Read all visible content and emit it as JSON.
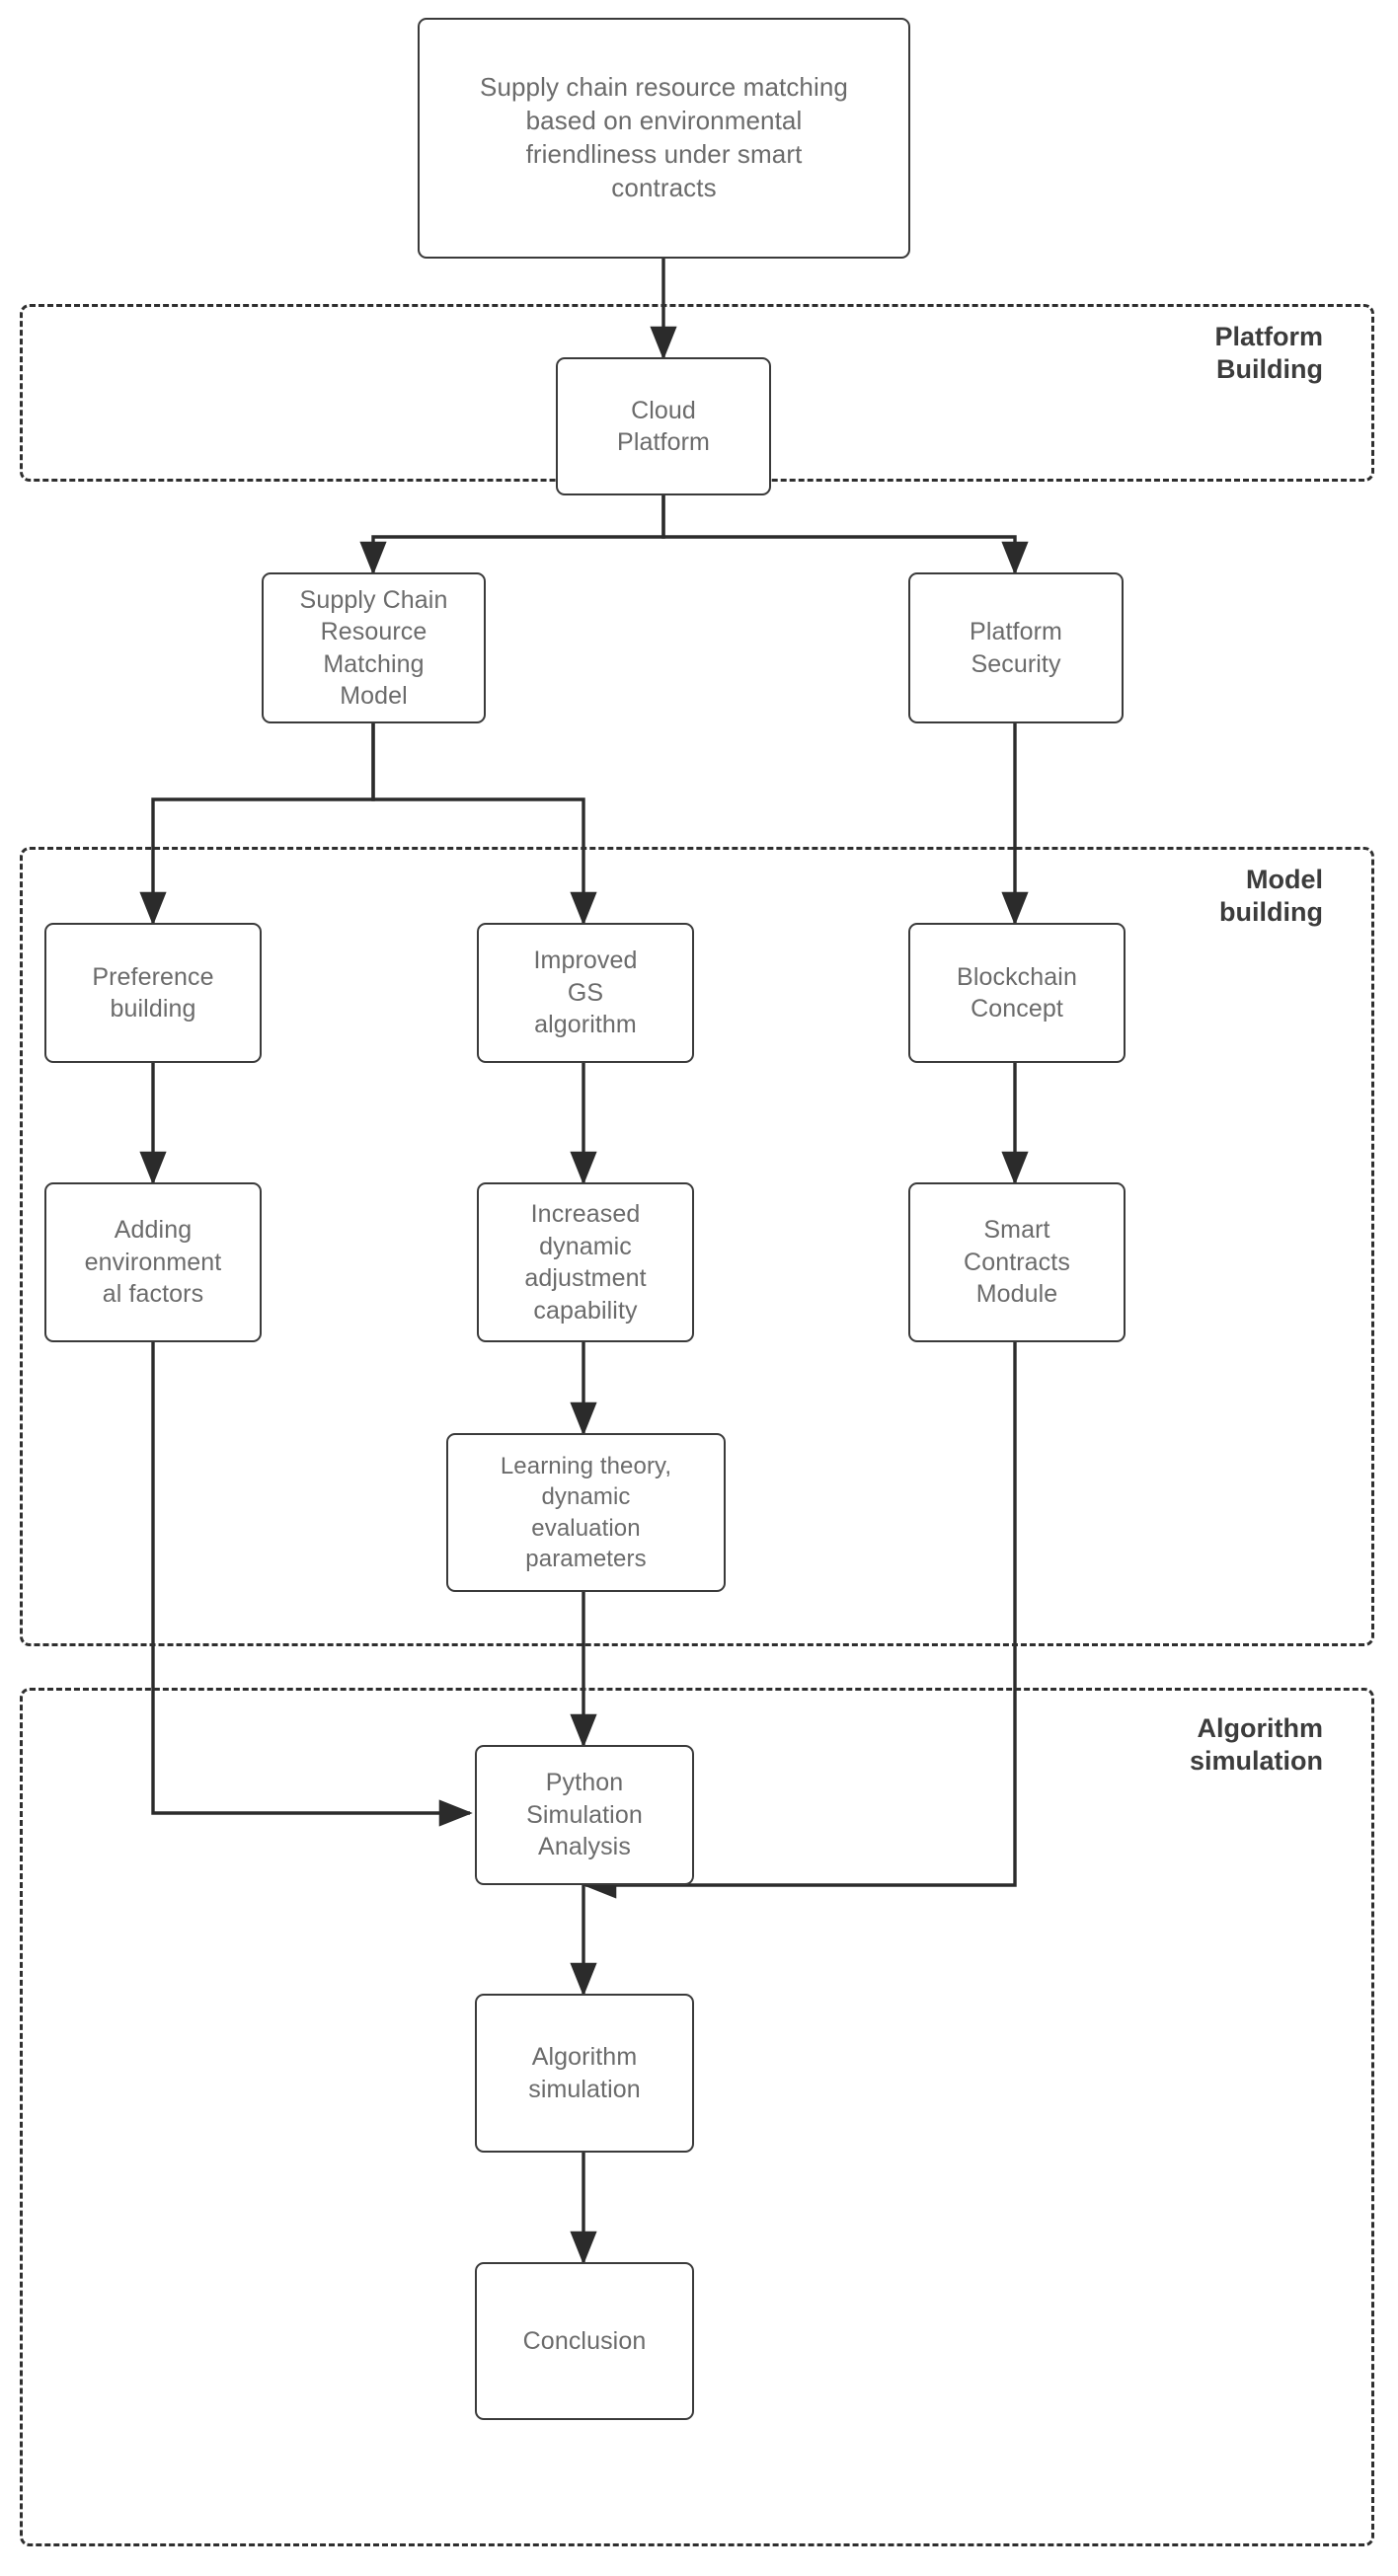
{
  "diagram": {
    "title_box": {
      "label": "Supply chain resource matching\nbased on environmental\nfriendliness under smart\ncontracts"
    },
    "groups": [
      {
        "id": "platform-building",
        "label": "Platform\nBuilding"
      },
      {
        "id": "model-building",
        "label": "Model\nbuilding"
      },
      {
        "id": "algorithm-simulation",
        "label": "Algorithm\nsimulation"
      }
    ],
    "nodes": [
      {
        "id": "cloud-platform",
        "label": "Cloud\nPlatform"
      },
      {
        "id": "supply-chain-resource-matching-model",
        "label": "Supply Chain\nResource\nMatching\nModel"
      },
      {
        "id": "platform-security",
        "label": "Platform\nSecurity"
      },
      {
        "id": "preference-building",
        "label": "Preference\nbuilding"
      },
      {
        "id": "improved-gs-algorithm",
        "label": "Improved\nGS\nalgorithm"
      },
      {
        "id": "blockchain-concept",
        "label": "Blockchain\nConcept"
      },
      {
        "id": "adding-environmental-factors",
        "label": "Adding\nenvironment\nal factors"
      },
      {
        "id": "increased-dynamic-adjustment-capability",
        "label": "Increased\ndynamic\nadjustment\ncapability"
      },
      {
        "id": "smart-contracts-module",
        "label": "Smart\nContracts\nModule"
      },
      {
        "id": "learning-theory-dynamic-evaluation-parameters",
        "label": "Learning theory,\ndynamic\nevaluation\nparameters"
      },
      {
        "id": "python-simulation-analysis",
        "label": "Python\nSimulation\nAnalysis"
      },
      {
        "id": "algorithm-simulation-node",
        "label": "Algorithm\nsimulation"
      },
      {
        "id": "conclusion",
        "label": "Conclusion"
      }
    ],
    "colors": {
      "box_border": "#3a3a3a",
      "box_text": "#6b6b6b",
      "group_border": "#2f2f2f",
      "group_label": "#3c3c3c",
      "connector": "#2b2b2b",
      "background": "#ffffff"
    }
  }
}
